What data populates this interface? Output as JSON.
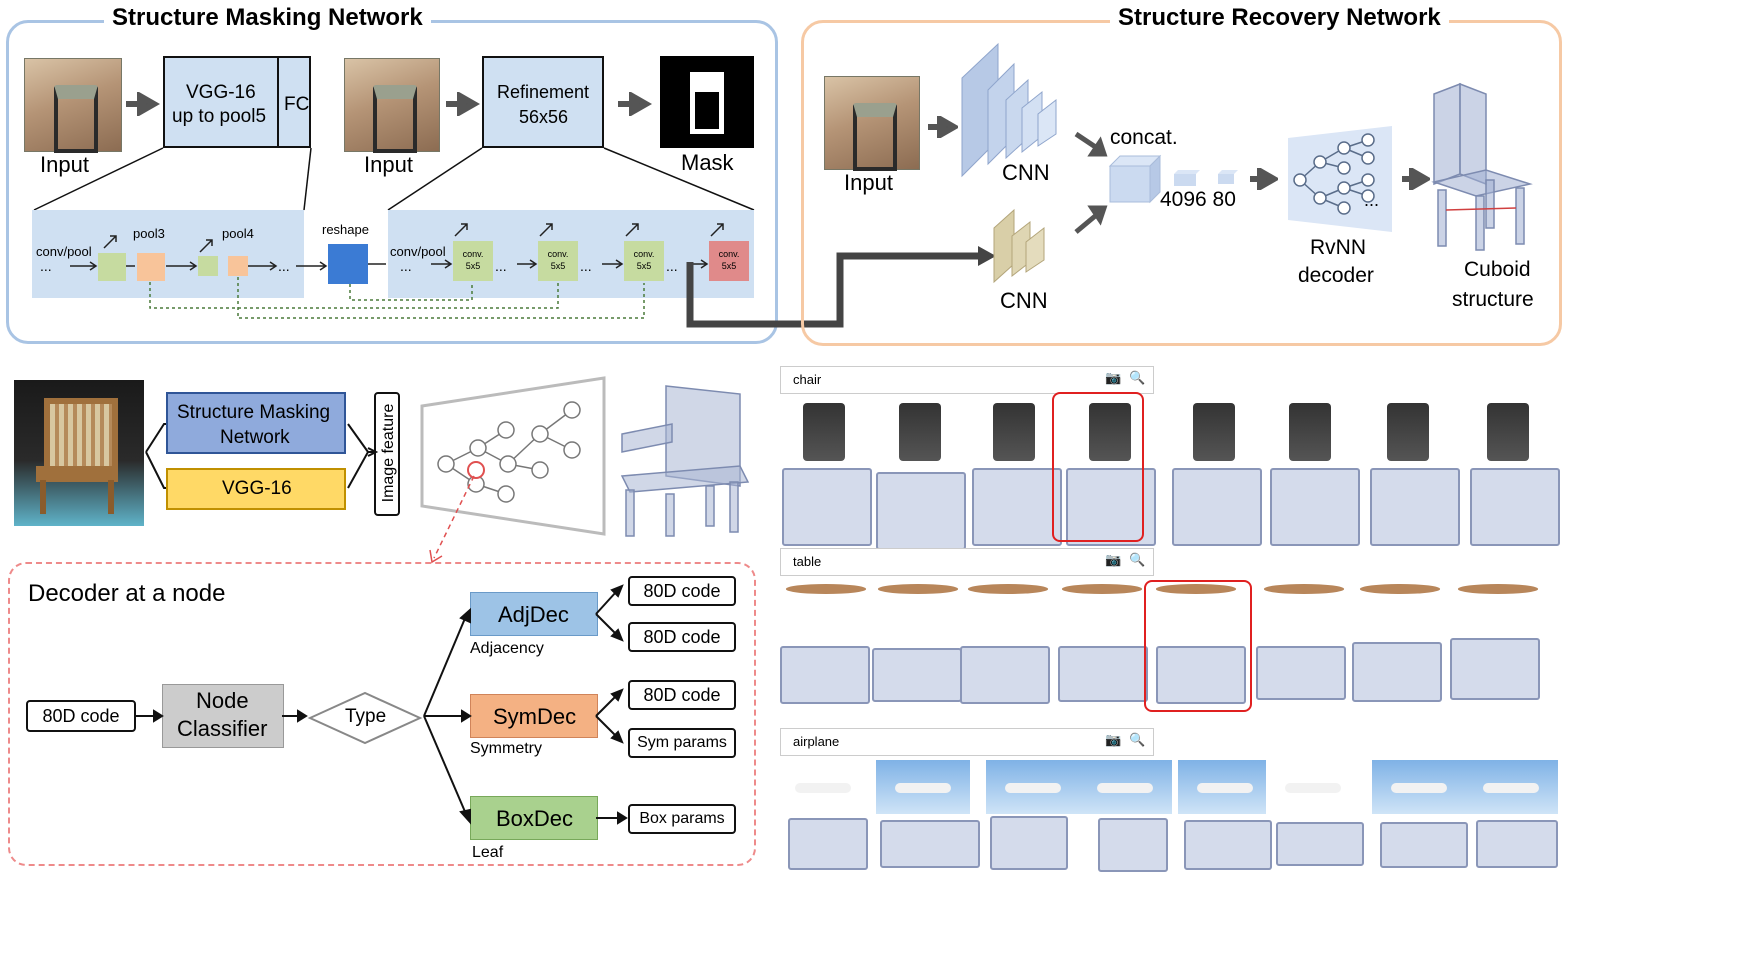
{
  "smn": {
    "title": "Structure Masking Network",
    "input1": "Input",
    "vgg": "VGG-16\nup to pool5",
    "vgg_line1": "VGG-16",
    "vgg_line2": "up to pool5",
    "fc": "FC",
    "input2": "Input",
    "refine_line1": "Refinement",
    "refine_line2": "56x56",
    "mask": "Mask",
    "convpool1": "conv/pool",
    "dots": "...",
    "pool3": "pool3",
    "pool4": "pool4",
    "reshape": "reshape",
    "convpool2": "conv/pool",
    "conv_label": "conv.",
    "conv_size": "5x5"
  },
  "srn": {
    "title": "Structure Recovery Network",
    "input": "Input",
    "cnn1": "CNN",
    "cnn2": "CNN",
    "concat": "concat.",
    "dims": "4096 80",
    "rvnn_line1": "RvNN",
    "rvnn_line2": "decoder",
    "ellipsis": "...",
    "cuboid_line1": "Cuboid",
    "cuboid_line2": "structure"
  },
  "pipeline": {
    "smn_line1": "Structure Masking",
    "smn_line2": "Network",
    "vgg": "VGG-16",
    "image_feature": "Image feature"
  },
  "decoder": {
    "title": "Decoder at a node",
    "input_code": "80D code",
    "node_line1": "Node",
    "node_line2": "Classifier",
    "type": "Type",
    "adj": "AdjDec",
    "adj_sub": "Adjacency",
    "sym": "SymDec",
    "sym_sub": "Symmetry",
    "box": "BoxDec",
    "box_sub": "Leaf",
    "out_adj1": "80D code",
    "out_adj2": "80D code",
    "out_sym1": "80D code",
    "out_sym2": "Sym params",
    "out_box": "Box params"
  },
  "results": {
    "chair": "chair",
    "table": "table",
    "airplane": "airplane"
  },
  "colors": {
    "smn_border": "#a9c4e4",
    "srn_border": "#f6c9a4",
    "light_blue": "#cfe0f2",
    "green": "#c6dba0",
    "orange": "#f8c49a",
    "blue_sq": "#3b7bd4",
    "red_sq": "#e08a8a",
    "adj": "#9dc3e6",
    "sym": "#f4b183",
    "box": "#a9d18e",
    "smn_pill": "#8faadc",
    "vgg_pill": "#ffd966",
    "node_gray": "#cccccc",
    "highlight_red": "#e02020"
  }
}
